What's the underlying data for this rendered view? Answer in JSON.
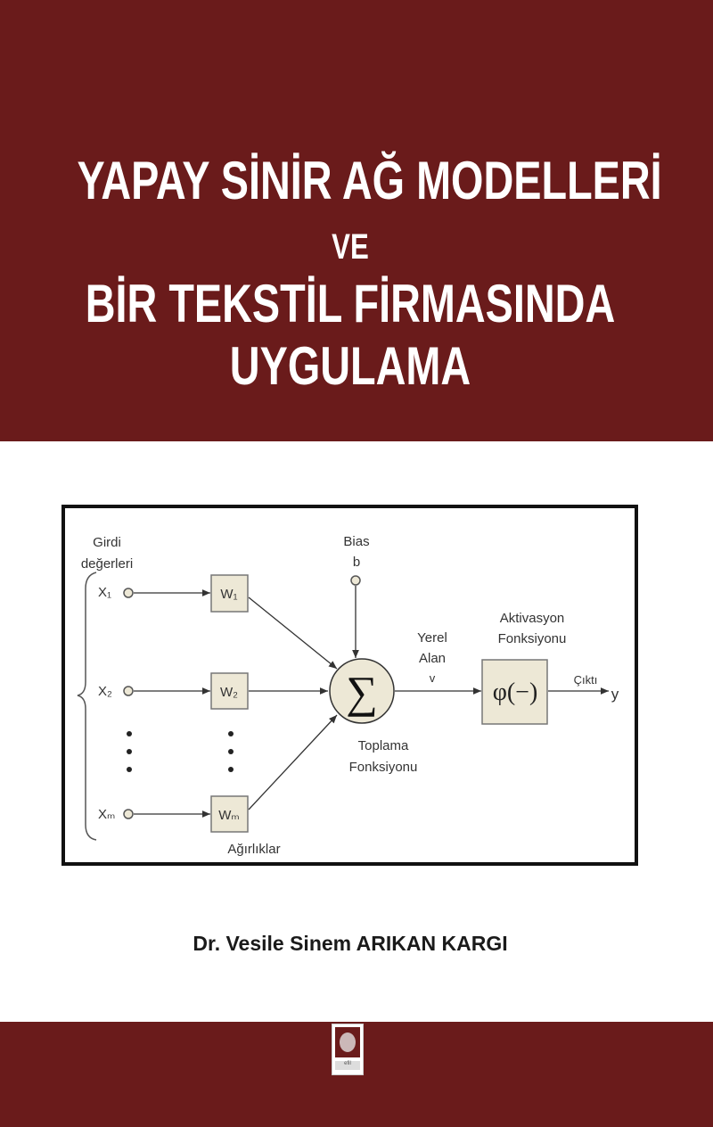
{
  "cover": {
    "title_line1": "YAPAY SİNİR AĞ MODELLERİ",
    "title_line2": "VE",
    "title_line3": "BİR TEKSTİL FİRMASINDA",
    "title_line4": "UYGULAMA",
    "author": "Dr. Vesile Sinem ARIKAN KARGI",
    "publisher_logo_text": "efil"
  },
  "diagram": {
    "input_label_1": "Girdi",
    "input_label_2": "değerleri",
    "inputs": [
      "X₁",
      "X₂",
      "Xₘ"
    ],
    "weights": [
      "W₁",
      "W₂",
      "Wₘ"
    ],
    "weights_label": "Ağırlıklar",
    "bias_label": "Bias",
    "bias_symbol": "b",
    "sum_symbol": "∑",
    "sum_label_1": "Toplama",
    "sum_label_2": "Fonksiyonu",
    "local_field_1": "Yerel",
    "local_field_2": "Alan",
    "local_field_3": "v",
    "activation_label_1": "Aktivasyon",
    "activation_label_2": "Fonksiyonu",
    "activation_symbol": "φ(−)",
    "output_label": "Çıktı",
    "output_symbol": "y"
  },
  "colors": {
    "maroon": "#6a1b1b",
    "node_fill": "#ede8d6"
  }
}
